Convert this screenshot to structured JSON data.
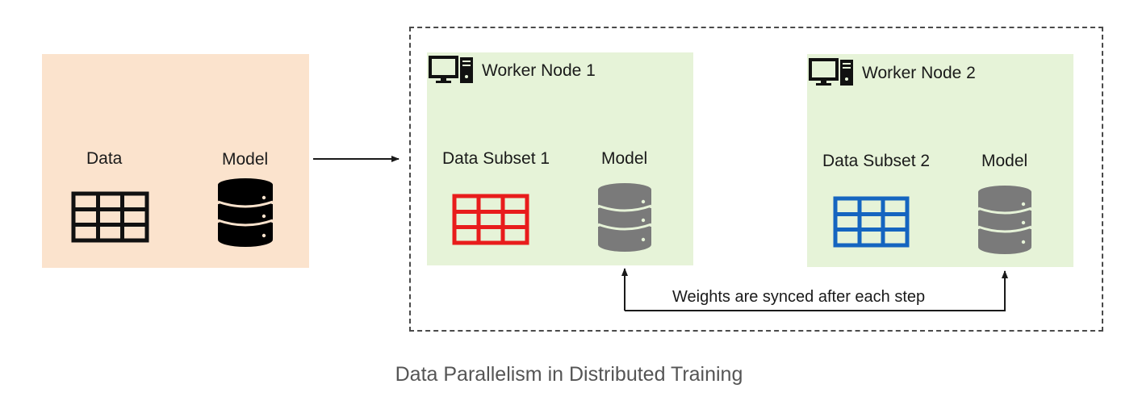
{
  "source": {
    "data_label": "Data",
    "model_label": "Model"
  },
  "workers": [
    {
      "title": "Worker Node 1",
      "data_label": "Data Subset 1",
      "model_label": "Model",
      "grid_color": "#e81c1c"
    },
    {
      "title": "Worker Node 2",
      "data_label": "Data Subset 2",
      "model_label": "Model",
      "grid_color": "#1565c0"
    }
  ],
  "sync_label": "Weights are synced after each step",
  "caption": "Data Parallelism in Distributed Training",
  "colors": {
    "source_bg": "#fbe3cd",
    "worker_bg": "#e6f3d8",
    "source_model": "#000000",
    "worker_model": "#7a7a7a"
  },
  "icons": [
    "table-grid-icon",
    "database-icon",
    "computer-icon",
    "arrow-right-icon",
    "sync-arrow"
  ]
}
